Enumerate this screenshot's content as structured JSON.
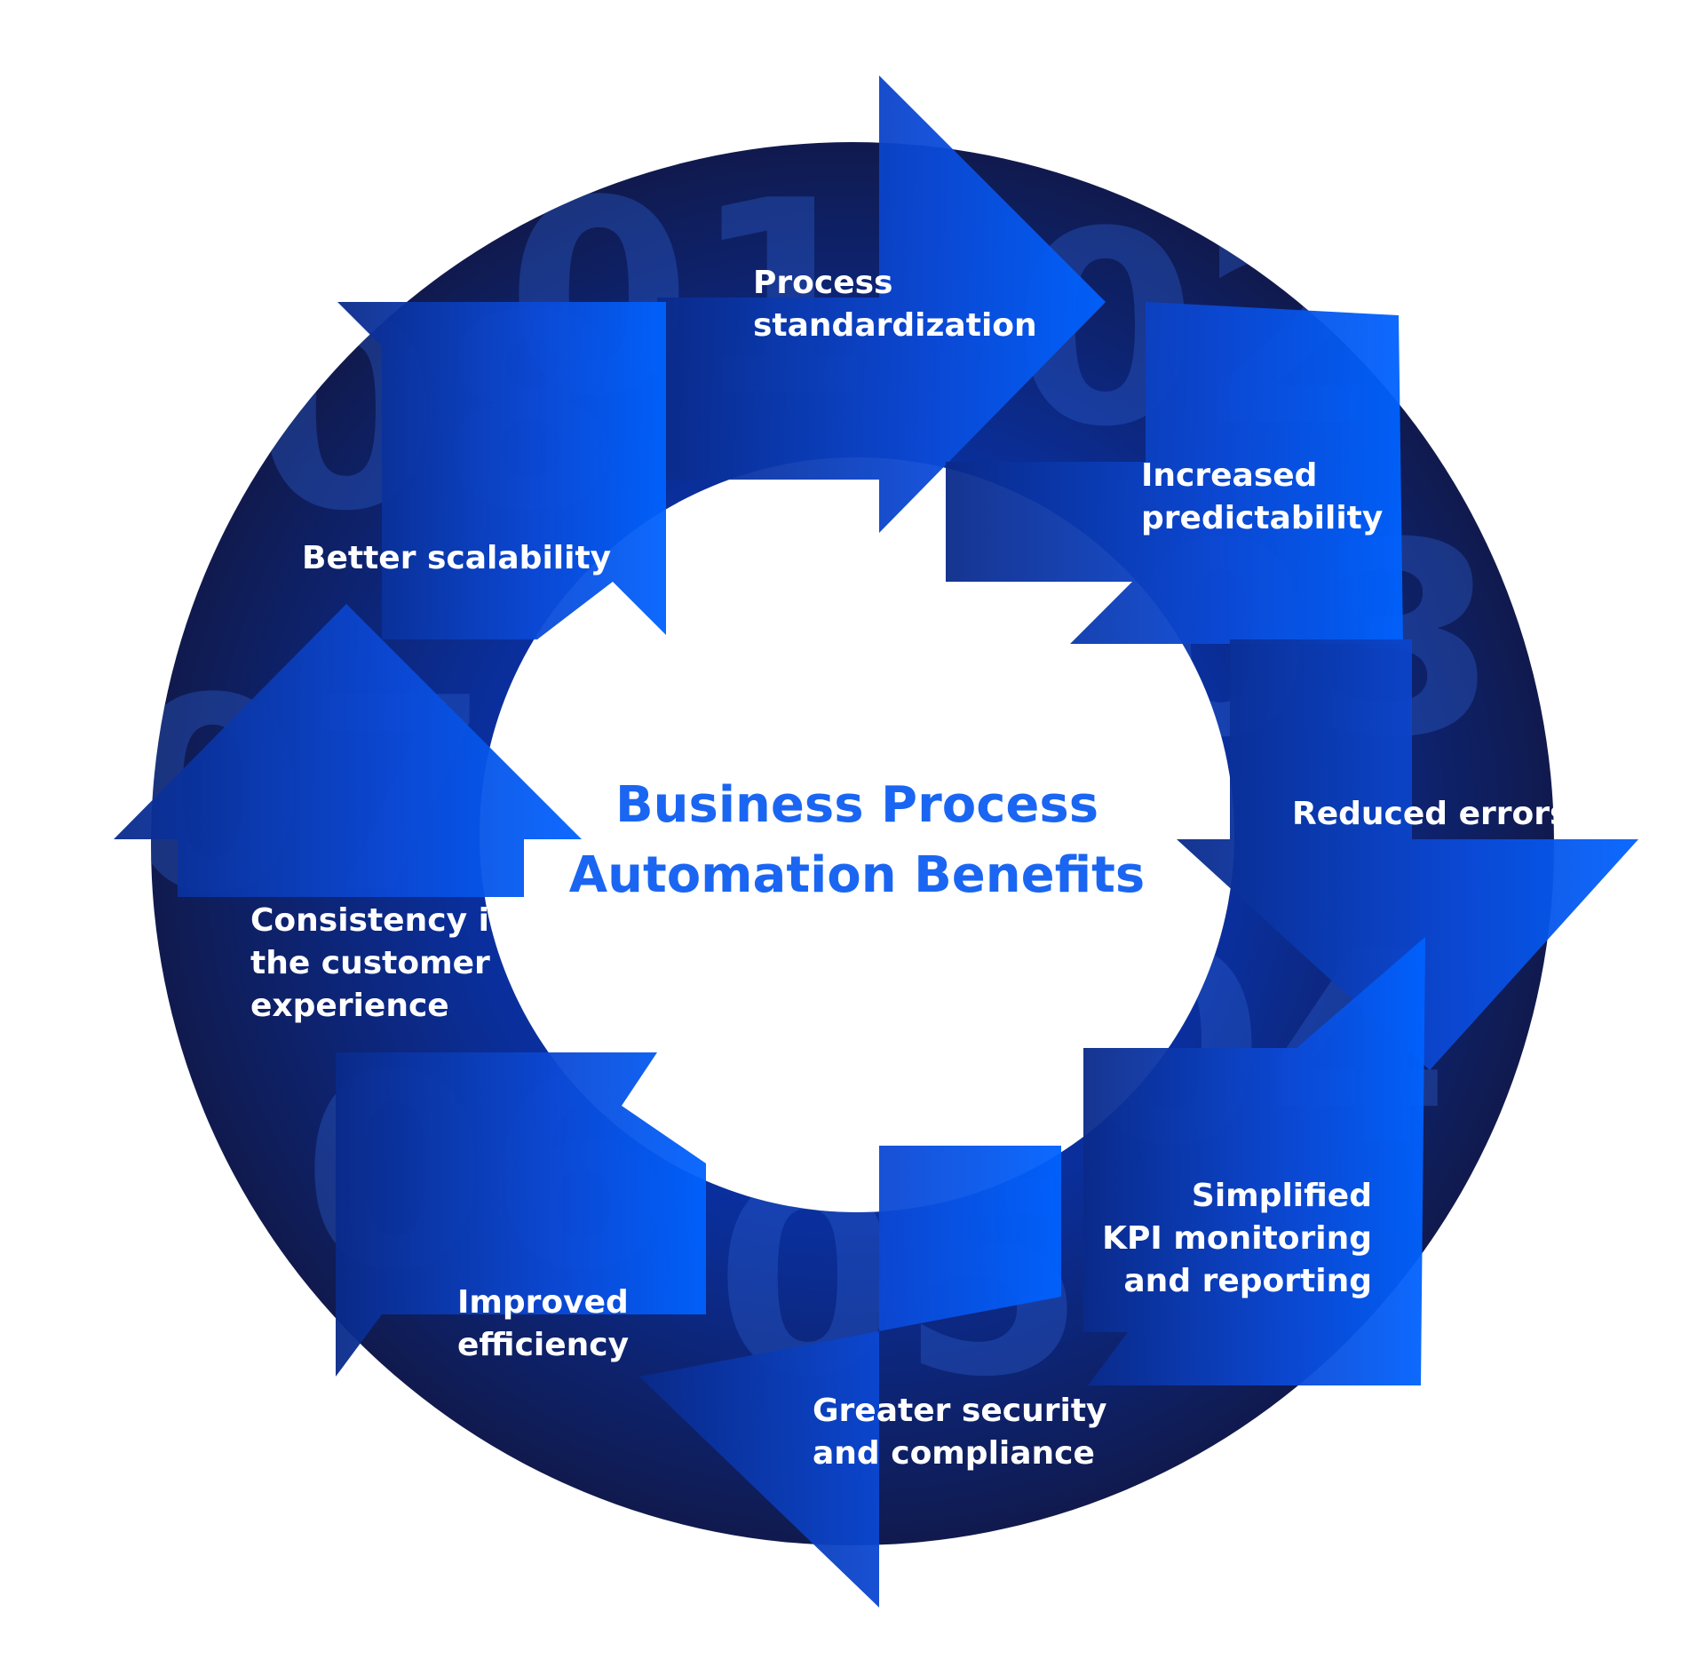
{
  "title": {
    "line1": "Business Process",
    "line2": "Automation Benefits"
  },
  "steps": [
    {
      "number": "01",
      "label_lines": [
        "Process",
        "standardization"
      ]
    },
    {
      "number": "02",
      "label_lines": [
        "Increased",
        "predictability"
      ]
    },
    {
      "number": "03",
      "label_lines": [
        "Reduced errors"
      ]
    },
    {
      "number": "04",
      "label_lines": [
        "Simplified",
        "KPI monitoring",
        "and reporting"
      ]
    },
    {
      "number": "05",
      "label_lines": [
        "Greater security",
        "and compliance"
      ]
    },
    {
      "number": "06",
      "label_lines": [
        "Improved",
        "efficiency"
      ]
    },
    {
      "number": "07",
      "label_lines": [
        "Consistency in",
        "the customer",
        "experience"
      ]
    },
    {
      "number": "08",
      "label_lines": [
        "Better scalability"
      ]
    }
  ],
  "colors": {
    "ring_dark": "#111a4c",
    "ring_mid": "#0a2f9c",
    "arrow_bright": "#0062ff",
    "arrow_dark": "#0a2a8a",
    "title": "#1a66f2",
    "label": "#ffffff"
  }
}
